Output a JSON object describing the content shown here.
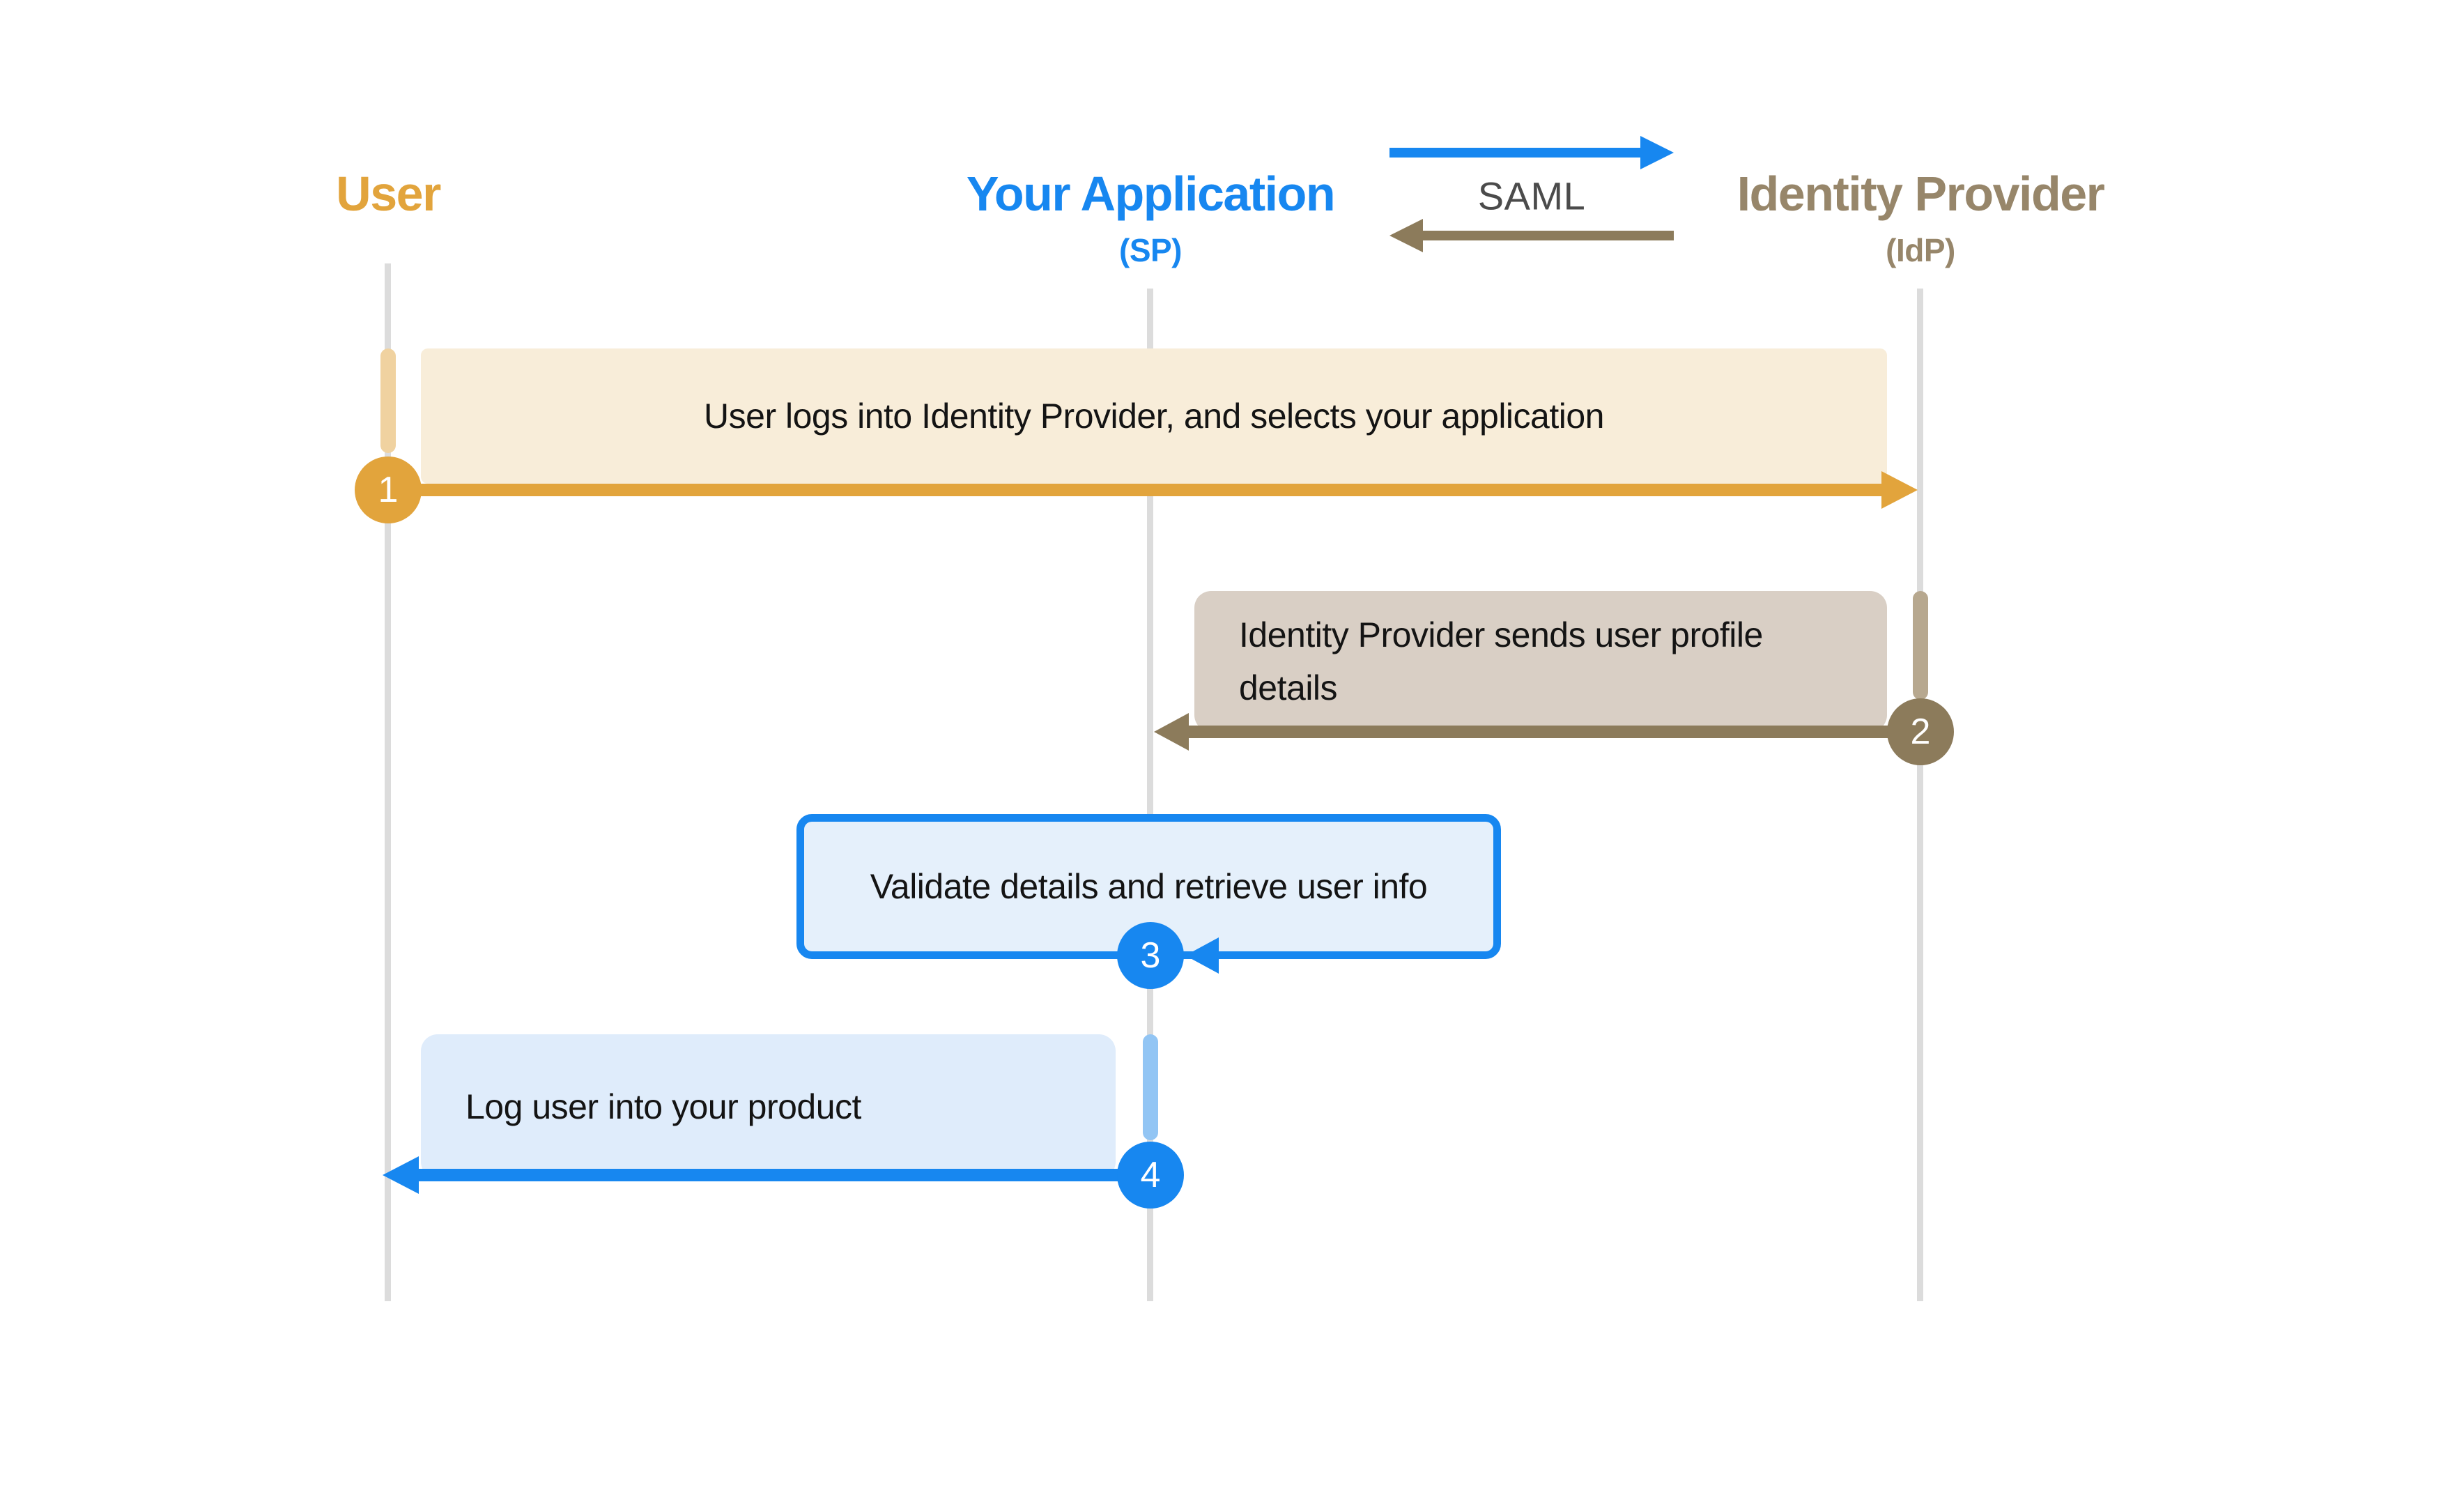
{
  "actors": {
    "user": {
      "label": "User"
    },
    "app": {
      "label": "Your Application",
      "sublabel": "(SP)"
    },
    "idp": {
      "label": "Identity Provider",
      "sublabel": "(IdP)"
    }
  },
  "protocol": {
    "label": "SAML"
  },
  "steps": [
    {
      "number": "1",
      "lines": [
        "User logs into Identity Provider, and selects your application"
      ],
      "from": "User",
      "to": "Identity Provider"
    },
    {
      "number": "2",
      "lines": [
        "Identity Provider sends user profile",
        "details"
      ],
      "from": "Identity Provider",
      "to": "Your Application"
    },
    {
      "number": "3",
      "lines": [
        "Validate details and retrieve user info"
      ],
      "from": "Your Application",
      "to": "Your Application"
    },
    {
      "number": "4",
      "lines": [
        "Log user into your product"
      ],
      "from": "Your Application",
      "to": "User"
    }
  ],
  "colors": {
    "user_accent": "#E2A43C",
    "user_activation": "#F0D2A0",
    "user_note_bg": "#F8EDD9",
    "app_accent": "#1787F0",
    "app_note_bg": "#E5F0FB",
    "app_note_bg_light": "#DFECFB",
    "app_activation": "#92C5F4",
    "idp_accent": "#8C7B5B",
    "idp_title": "#97866A",
    "idp_note_bg": "#D9CFC5",
    "idp_activation": "#B7A88F",
    "lifeline": "#DCDCDC",
    "protocol_text": "#4B4B4B",
    "message_text": "#141414",
    "background": "#FFFFFF"
  }
}
